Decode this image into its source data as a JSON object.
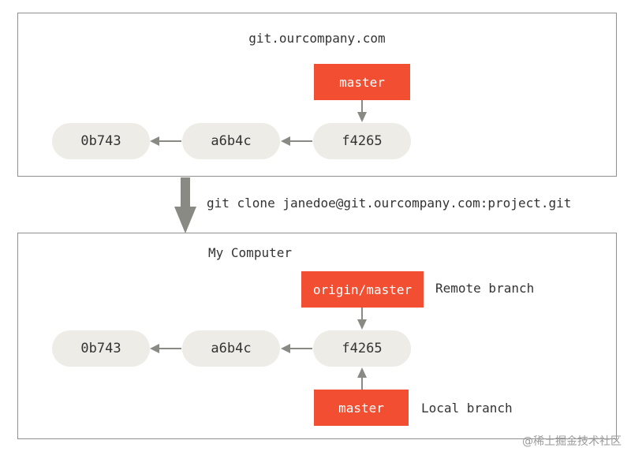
{
  "server": {
    "title": "git.ourcompany.com",
    "branch": "master",
    "commits": [
      "0b743",
      "a6b4c",
      "f4265"
    ]
  },
  "command": "git clone janedoe@git.ourcompany.com:project.git",
  "local": {
    "title": "My Computer",
    "remote_branch": "origin/master",
    "remote_branch_label": "Remote branch",
    "local_branch": "master",
    "local_branch_label": "Local branch",
    "commits": [
      "0b743",
      "a6b4c",
      "f4265"
    ]
  },
  "watermark": "@稀土掘金技术社区",
  "colors": {
    "branch": "#f14e32",
    "commit": "#edece6",
    "arrow": "#8a8a84",
    "border": "#8f8f8f"
  }
}
